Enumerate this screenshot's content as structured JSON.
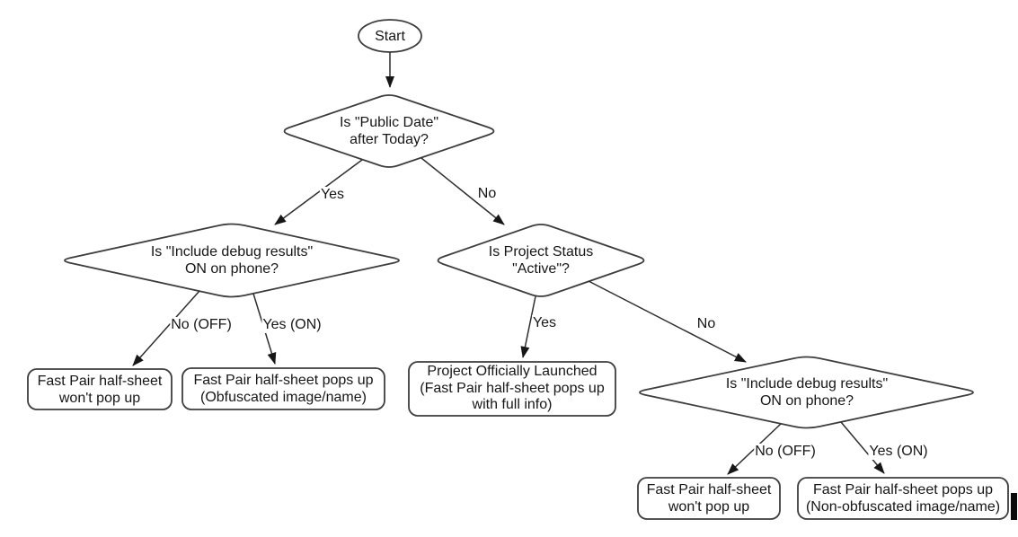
{
  "canvas": {
    "background_color": "#ffffff",
    "line_color": "#3d3d3d",
    "text_color": "#161616"
  },
  "nodes": {
    "start": {
      "type": "terminator",
      "label": "Start"
    },
    "public_date": {
      "type": "decision",
      "label": "Is \"Public Date\"\nafter Today?"
    },
    "debug_left": {
      "type": "decision",
      "label": "Is \"Include debug results\"\nON on phone?"
    },
    "project_status": {
      "type": "decision",
      "label": "Is Project Status\n\"Active\"?"
    },
    "debug_right": {
      "type": "decision",
      "label": "Is \"Include debug results\"\nON on phone?"
    },
    "no_popup_left": {
      "type": "result",
      "label": "Fast Pair half-sheet\nwon't pop up"
    },
    "obfuscated": {
      "type": "result",
      "label": "Fast Pair half-sheet pops up\n(Obfuscated image/name)"
    },
    "launched": {
      "type": "result",
      "label": "Project Officially Launched\n(Fast Pair half-sheet pops up\nwith full info)"
    },
    "no_popup_right": {
      "type": "result",
      "label": "Fast Pair half-sheet\nwon't pop up"
    },
    "non_obfuscated": {
      "type": "result",
      "label": "Fast Pair half-sheet pops up\n(Non-obfuscated image/name)"
    }
  },
  "edge_labels": {
    "public_date_yes": "Yes",
    "public_date_no": "No",
    "debug_left_no": "No (OFF)",
    "debug_left_yes": "Yes (ON)",
    "project_status_yes": "Yes",
    "project_status_no": "No",
    "debug_right_no": "No (OFF)",
    "debug_right_yes": "Yes (ON)"
  }
}
